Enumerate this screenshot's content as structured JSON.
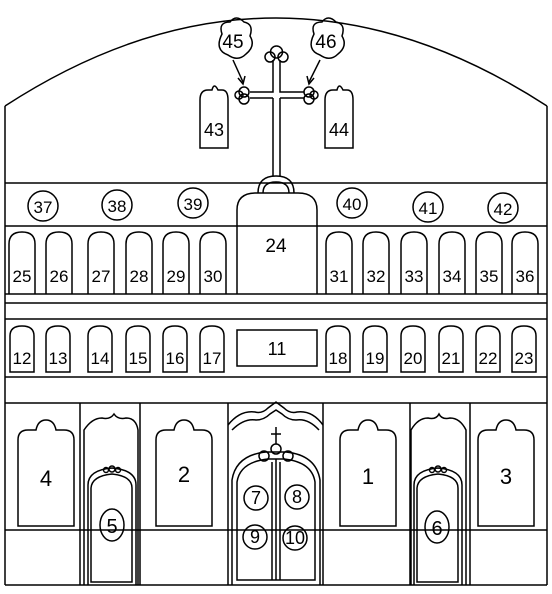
{
  "colors": {
    "ink": "#000000",
    "background": "#ffffff"
  },
  "icons": {
    "cross": "orthodox-cross-icon",
    "doors": "royal-doors-icon"
  },
  "labels": {
    "n1": "1",
    "n2": "2",
    "n3": "3",
    "n4": "4",
    "n5": "5",
    "n6": "6",
    "n7": "7",
    "n8": "8",
    "n9": "9",
    "n10": "10",
    "n11": "11",
    "n12": "12",
    "n13": "13",
    "n14": "14",
    "n15": "15",
    "n16": "16",
    "n17": "17",
    "n18": "18",
    "n19": "19",
    "n20": "20",
    "n21": "21",
    "n22": "22",
    "n23": "23",
    "n24": "24",
    "n25": "25",
    "n26": "26",
    "n27": "27",
    "n28": "28",
    "n29": "29",
    "n30": "30",
    "n31": "31",
    "n32": "32",
    "n33": "33",
    "n34": "34",
    "n35": "35",
    "n36": "36",
    "n37": "37",
    "n38": "38",
    "n39": "39",
    "n40": "40",
    "n41": "41",
    "n42": "42",
    "n43": "43",
    "n44": "44",
    "n45": "45",
    "n46": "46"
  }
}
